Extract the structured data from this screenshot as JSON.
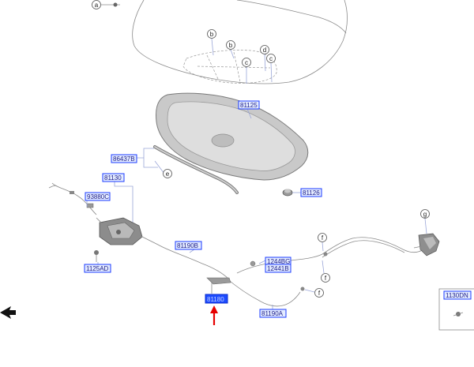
{
  "parts": {
    "p81125": "81125",
    "p86437B": "86437B",
    "p81130": "81130",
    "p93880C": "93880C",
    "p81126": "81126",
    "p81190B": "81190B",
    "p1244BG": "1244BG",
    "p12441B": "12441B",
    "p1125AD": "1125AD",
    "p81190A": "81190A",
    "p1130DN": "1130DN",
    "p81180": "81180"
  },
  "callouts": {
    "a": "a",
    "b1": "b",
    "b2": "b",
    "c1": "c",
    "c2": "c",
    "d": "d",
    "e": "e",
    "f1": "f",
    "f2": "f",
    "f3": "f",
    "g": "g"
  },
  "colors": {
    "part_box_fill": "#e4ecff",
    "part_box_stroke": "#1c3cff",
    "highlight_fill": "#1c4bff",
    "pointer_arrow": "#e60000"
  },
  "icons": {
    "pointer": "red-up-arrow-icon",
    "view_direction": "black-arrow-icon"
  }
}
